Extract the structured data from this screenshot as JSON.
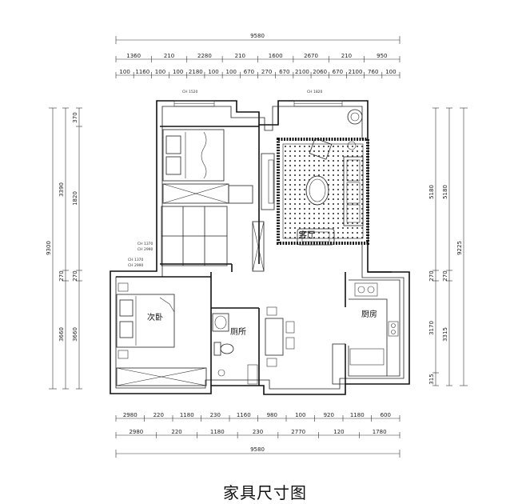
{
  "caption": "家具尺寸图",
  "rooms": {
    "living": "客厅",
    "second_bedroom": "次卧",
    "bathroom": "厕所",
    "kitchen": "厨房"
  },
  "window_labels": [
    "CH 1520",
    "CH 1820"
  ],
  "door_labels": [
    "CH 1370",
    "CH 1370",
    "CH 2990",
    "CH 2990"
  ],
  "top_dims": {
    "overall": "9580",
    "row1": [
      "1360",
      "210",
      "2280",
      "210",
      "1600",
      "2670",
      "210",
      "950"
    ],
    "row2": [
      "100",
      "1160",
      "100",
      "100",
      "2180",
      "100",
      "100",
      "670",
      "270",
      "670",
      "2100",
      "2060",
      "670",
      "2100",
      "760",
      "100"
    ]
  },
  "bottom_dims": {
    "row1": [
      "2980",
      "220",
      "1180",
      "230",
      "1160",
      "980",
      "100",
      "920",
      "1180",
      "600"
    ],
    "row2": [
      "2980",
      "220",
      "1180",
      "230",
      "2770",
      "120",
      "1780"
    ],
    "overall": "9580"
  },
  "left_dims": {
    "outer": "9300",
    "mid": [
      "3390",
      "270",
      "3660"
    ],
    "inner": [
      "370",
      "1820",
      "270",
      "3660"
    ]
  },
  "right_dims": {
    "outer": "9225",
    "mid": [
      "5180",
      "270",
      "3315"
    ],
    "inner": [
      "5180",
      "270",
      "3170",
      "315"
    ]
  }
}
